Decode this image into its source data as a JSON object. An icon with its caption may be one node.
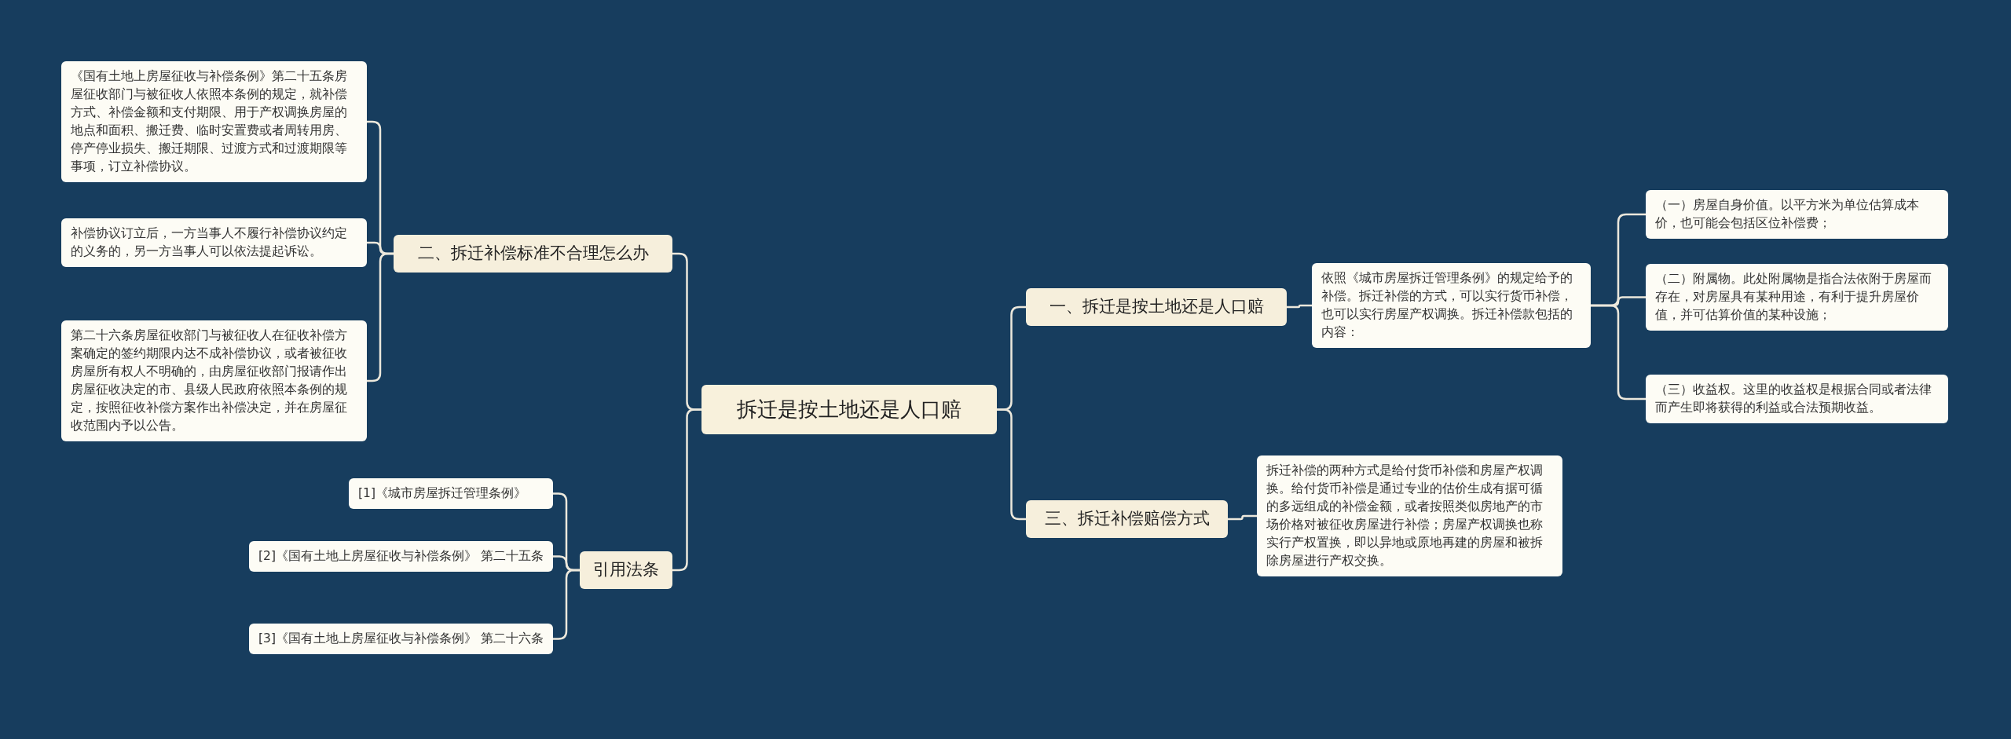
{
  "diagram": {
    "nodes": [
      {
        "text": [
          "拆迁是按土地还是人口赔"
        ]
      },
      {
        "text": [
          "一、拆迁是按土地还是人口赔"
        ]
      },
      {
        "text": [
          "依照《城市房屋拆迁管理条例》的规定给予的补偿。拆迁补偿的方式，可以实行货币补偿，也可以实行房屋产权调换。拆迁补偿款包括的内容："
        ]
      },
      {
        "text": [
          "（一）房屋自身价值。以平方米为单位估算成本价，也可能会包括区位补偿费；"
        ]
      },
      {
        "text": [
          "（二）附属物。此处附属物是指合法依附于房屋而存在，对房屋具有某种用途，有利于提升房屋价值，并可估算价值的某种设施；"
        ]
      },
      {
        "text": [
          "（三）收益权。这里的收益权是根据合同或者法律而产生即将获得的利益或合法预期收益。"
        ]
      },
      {
        "text": [
          "三、拆迁补偿赔偿方式"
        ]
      },
      {
        "text": [
          "拆迁补偿的两种方式是给付货币补偿和房屋产权调换。给付货币补偿是通过专业的估价生成有据可循的多远组成的补偿金额，或者按照类似房地产的市场价格对被征收房屋进行补偿；房屋产权调换也称实行产权置换，即以异地或原地再建的房屋和被拆除房屋进行产权交换。"
        ]
      },
      {
        "text": [
          "二、拆迁补偿标准不合理怎么办"
        ]
      },
      {
        "text": [
          "《国有土地上房屋征收与补偿条例》第二十五条房屋征收部门与被征收人依照本条例的规定，就补偿方式、补偿金额和支付期限、用于产权调换房屋的地点和面积、搬迁费、临时安置费或者周转用房、停产停业损失、搬迁期限、过渡方式和过渡期限等事项，订立补偿协议。"
        ]
      },
      {
        "text": [
          "补偿协议订立后，一方当事人不履行补偿协议约定的义务的，另一方当事人可以依法提起诉讼。"
        ]
      },
      {
        "text": [
          "第二十六条房屋征收部门与被征收人在征收补偿方案确定的签约期限内达不成补偿协议，或者被征收房屋所有权人不明确的，由房屋征收部门报请作出房屋征收决定的市、县级人民政府依照本条例的规定，按照征收补偿方案作出补偿决定，并在房屋征收范围内予以公告。"
        ]
      },
      {
        "text": [
          "引用法条"
        ]
      },
      {
        "text": [
          "[1]《城市房屋拆迁管理条例》"
        ]
      },
      {
        "text": [
          "[2]《国有土地上房屋征收与补偿条例》 第二十五条"
        ]
      },
      {
        "text": [
          "[3]《国有土地上房屋征收与补偿条例》 第二十六条"
        ]
      }
    ],
    "edges": [
      {
        "from": 0,
        "to": 1,
        "arrow": "none"
      },
      {
        "from": 1,
        "to": 2,
        "arrow": "none"
      },
      {
        "from": 2,
        "to": 3,
        "arrow": "none"
      },
      {
        "from": 2,
        "to": 4,
        "arrow": "none"
      },
      {
        "from": 2,
        "to": 5,
        "arrow": "none"
      },
      {
        "from": 0,
        "to": 6,
        "arrow": "none"
      },
      {
        "from": 6,
        "to": 7,
        "arrow": "none"
      },
      {
        "from": 0,
        "to": 8,
        "arrow": "none"
      },
      {
        "from": 8,
        "to": 9,
        "arrow": "none"
      },
      {
        "from": 8,
        "to": 10,
        "arrow": "none"
      },
      {
        "from": 8,
        "to": 11,
        "arrow": "none"
      },
      {
        "from": 0,
        "to": 12,
        "arrow": "none"
      },
      {
        "from": 12,
        "to": 13,
        "arrow": "none"
      },
      {
        "from": 12,
        "to": 14,
        "arrow": "none"
      },
      {
        "from": 12,
        "to": 15,
        "arrow": "none"
      }
    ]
  }
}
